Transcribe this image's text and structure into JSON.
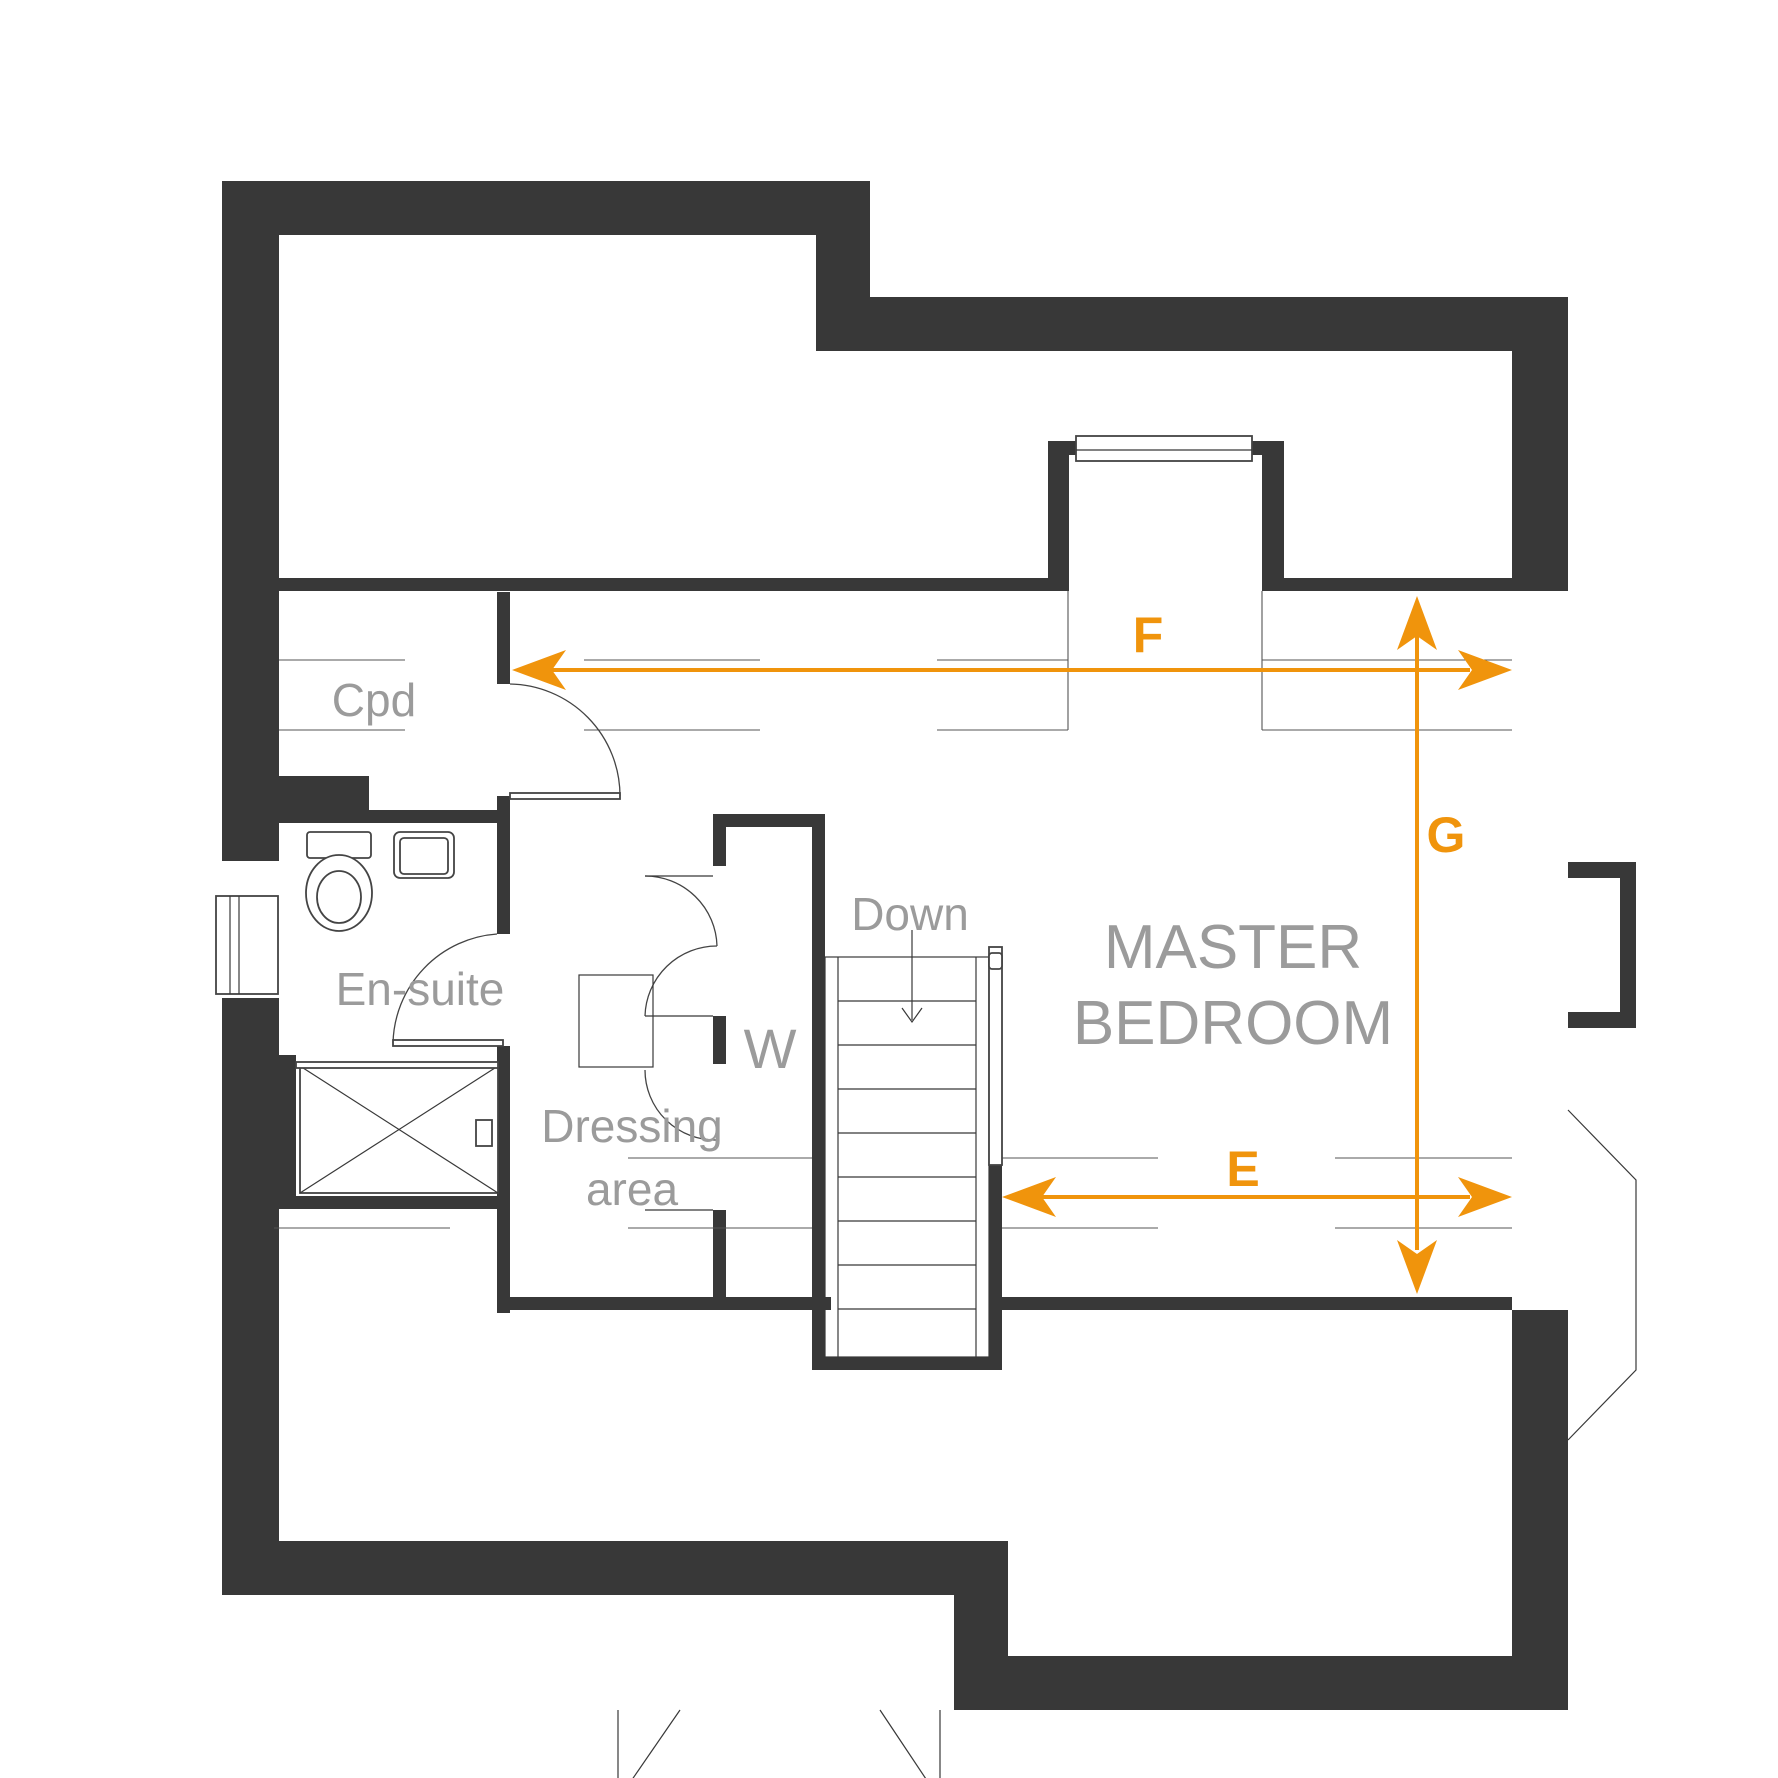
{
  "rooms": {
    "cupboard": "Cpd",
    "ensuite": "En-suite",
    "wardrobe": "W",
    "dressing_line1": "Dressing",
    "dressing_line2": "area",
    "stairs": "Down",
    "master_line1": "MASTER",
    "master_line2": "BEDROOM"
  },
  "dimensions": {
    "e": "E",
    "f": "F",
    "g": "G"
  },
  "colors": {
    "walls": "#383838",
    "dimension_accent": "#f0940c",
    "room_labels": "#9b9b9b"
  }
}
